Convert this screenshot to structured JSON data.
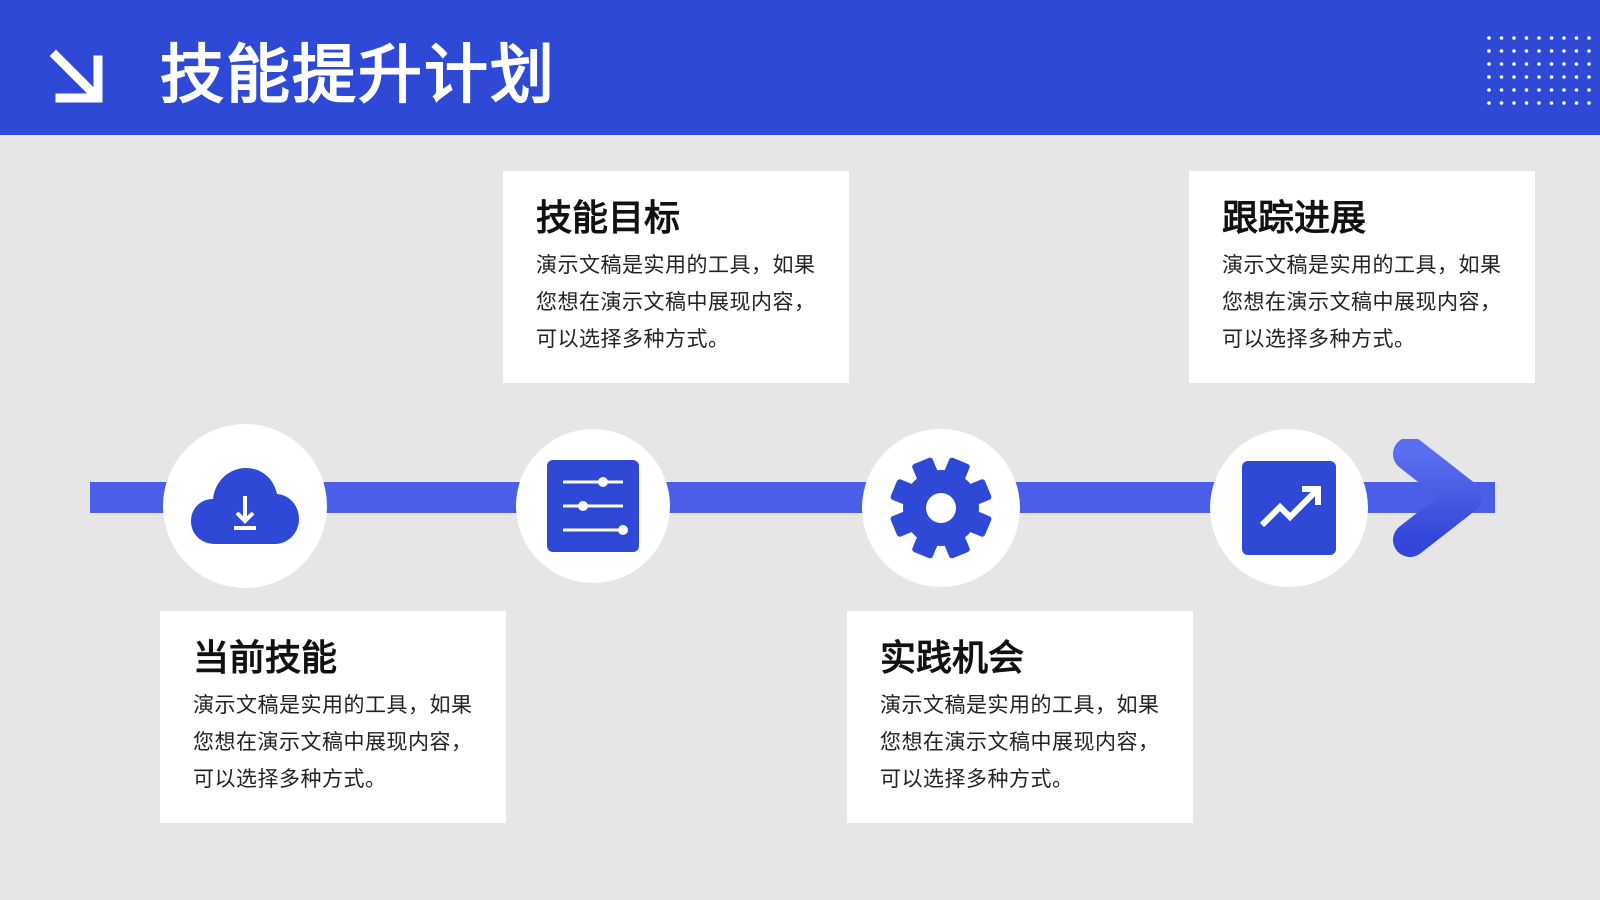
{
  "header": {
    "title": "技能提升计划",
    "bg_color": "#2d49d6"
  },
  "colors": {
    "accent": "#2d49d6",
    "timeline": "#4a5ee8",
    "background": "#e6e6e6",
    "card": "#ffffff"
  },
  "steps": [
    {
      "title": "当前技能",
      "body": "演示文稿是实用的工具，如果您想在演示文稿中展现内容，可以选择多种方式。",
      "icon": "cloud-download-icon"
    },
    {
      "title": "技能目标",
      "body": "演示文稿是实用的工具，如果您想在演示文稿中展现内容，可以选择多种方式。",
      "icon": "sliders-icon"
    },
    {
      "title": "实践机会",
      "body": "演示文稿是实用的工具，如果您想在演示文稿中展现内容，可以选择多种方式。",
      "icon": "gear-icon"
    },
    {
      "title": "跟踪进展",
      "body": "演示文稿是实用的工具，如果您想在演示文稿中展现内容，可以选择多种方式。",
      "icon": "trending-up-icon"
    }
  ]
}
